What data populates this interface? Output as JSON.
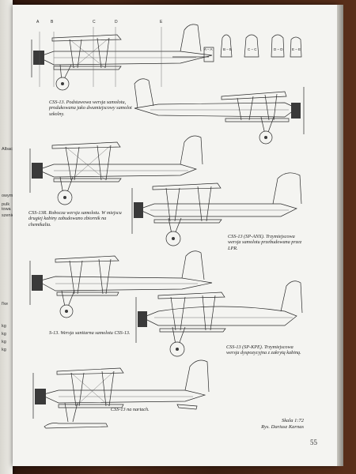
{
  "page": {
    "page_number": "55",
    "scale": "Skala 1:72",
    "author": "Rys. Dariusz Karnas"
  },
  "captions": [
    {
      "id": "css13",
      "text": "CSS-13. Podstawowa wersja samolotu, produkowana jako dwumiejscowy samolot szkolny."
    },
    {
      "id": "css13r",
      "text": "CSS-13R. Robocza wersja samolotu. W miejscu drugiej kabiny zabudowano zbiornik na chemikalia."
    },
    {
      "id": "sp-anx",
      "text": "CSS-13 (SP-ANX). Trzymiejscowa wersja samolotu przebudowana przez LPR."
    },
    {
      "id": "s13",
      "text": "S-13. Wersja sanitarna samolotu CSS-13."
    },
    {
      "id": "sp-kpe",
      "text": "CSS-13 (SP-KPE). Trzymiejscowa wersja dyspozycyjna z zakrytą kabiną."
    },
    {
      "id": "narty",
      "text": "CSS-13 na nartach."
    }
  ],
  "section_labels": [
    "A – A",
    "B – B",
    "C – C",
    "D – D",
    "E – E"
  ],
  "station_letters": [
    "A",
    "B",
    "C",
    "D",
    "E"
  ],
  "left_page_fragments": [
    "Albach",
    "owym,",
    "pulk",
    "towa",
    "szenie",
    "l'ke",
    "kg",
    "kg",
    "kg",
    "kg"
  ]
}
